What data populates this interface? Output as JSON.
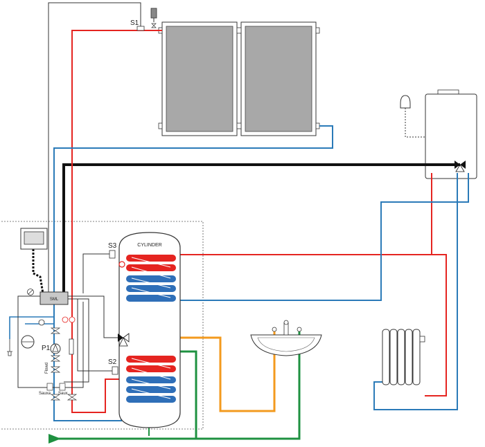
{
  "labels": {
    "sensor_s1": "S1",
    "sensor_s2": "S2",
    "sensor_s3": "S3",
    "cylinder": "CYLINDER",
    "controller": "SML",
    "pump": "P1",
    "flowmeter": "Flowd",
    "sauxa": "Sauxa",
    "sauxb": "Saux"
  },
  "colors": {
    "hot": "#e52420",
    "cold": "#2a7ab8",
    "dhw": "#f39a1e",
    "mains": "#1e9140",
    "signal": "#111111",
    "panel_glass": "#a8a8a8",
    "coil_hot": "#e52420",
    "coil_cold": "#2f6fb8"
  },
  "icons": [
    "solar-panel-icon",
    "air-vent-icon",
    "gas-boiler-icon",
    "room-thermostat-icon",
    "radiator-icon",
    "basin-icon",
    "pump-icon",
    "expansion-vessel-icon",
    "three-way-valve-icon",
    "display-unit-icon"
  ]
}
